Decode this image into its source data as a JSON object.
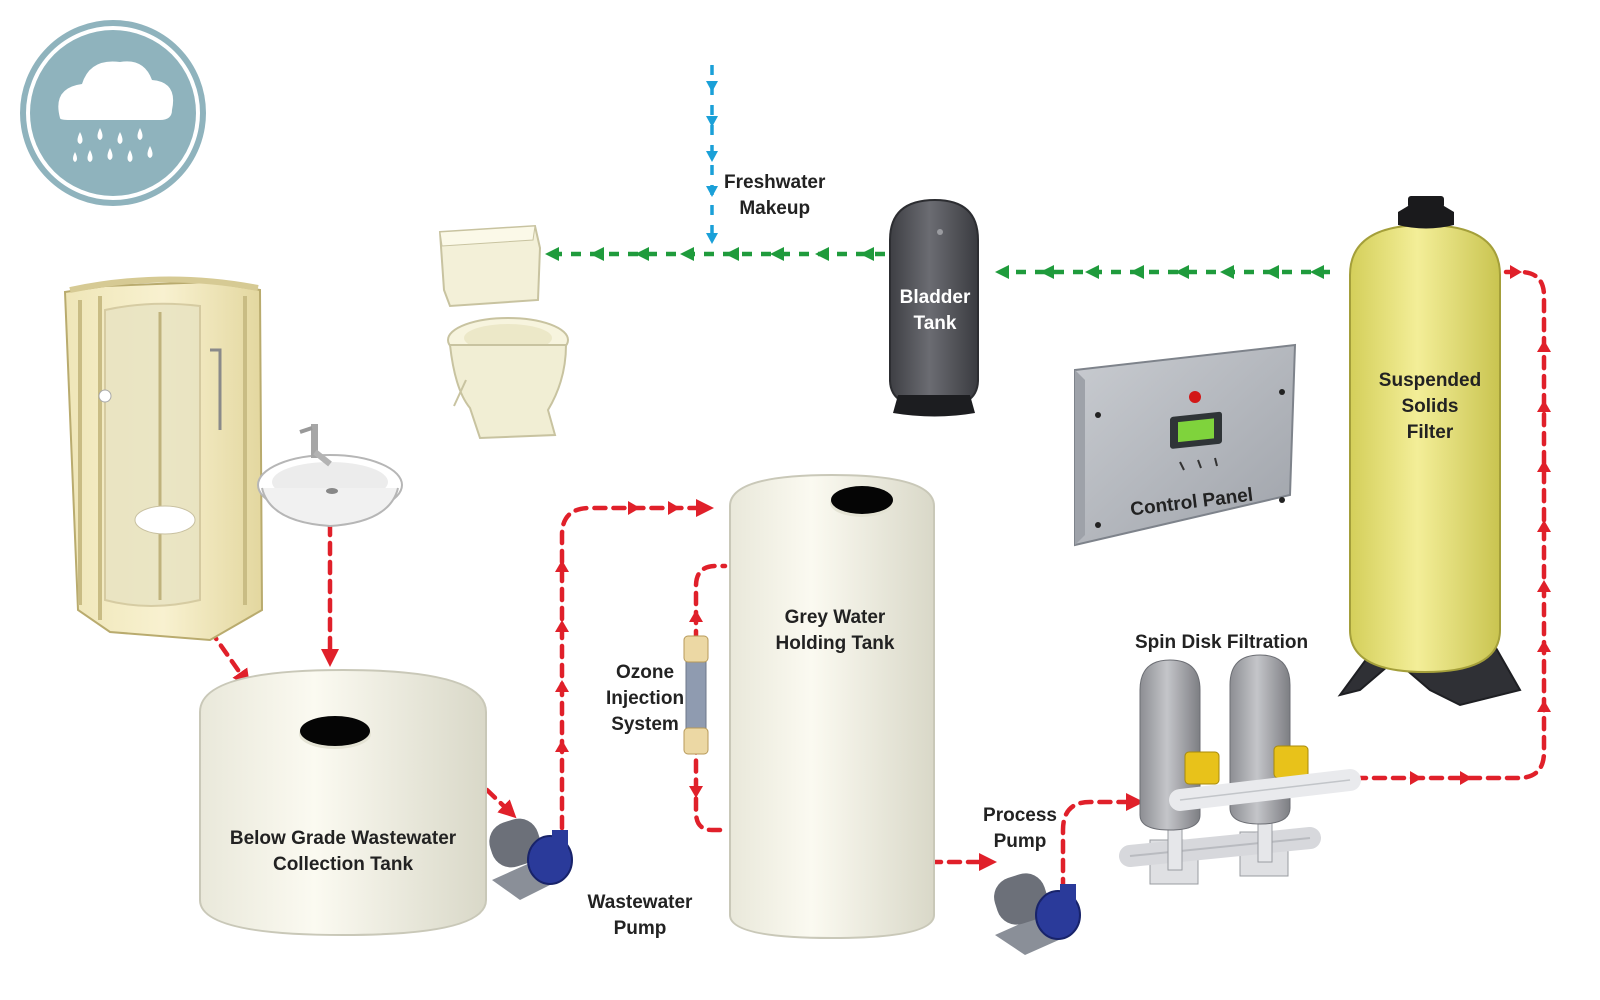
{
  "labels": {
    "freshwater": [
      "Freshwater",
      "Makeup"
    ],
    "bladder": [
      "Bladder",
      "Tank"
    ],
    "suspended": [
      "Suspended",
      "Solids",
      "Filter"
    ],
    "control_panel": "Control Panel",
    "grey_water": [
      "Grey Water",
      "Holding Tank"
    ],
    "ozone": [
      "Ozone",
      "Injection",
      "System"
    ],
    "spin_disk": "Spin Disk Filtration",
    "process_pump": [
      "Process",
      "Pump"
    ],
    "below_grade": [
      "Below Grade Wastewater",
      "Collection Tank"
    ],
    "wastewater_pump": [
      "Wastewater",
      "Pump"
    ]
  },
  "colors": {
    "wastewater_flow": "#e0202a",
    "clean_flow": "#1f9b3c",
    "freshwater_flow": "#1aa0d8",
    "badge": "#8fb3bd",
    "tank_cream": "#f7f6ea",
    "filter_yellow": "#e8e27a",
    "bladder_grey": "#56575c",
    "pump_blue": "#2a3a9a"
  },
  "icons": {
    "badge": "rain-cloud-icon"
  }
}
